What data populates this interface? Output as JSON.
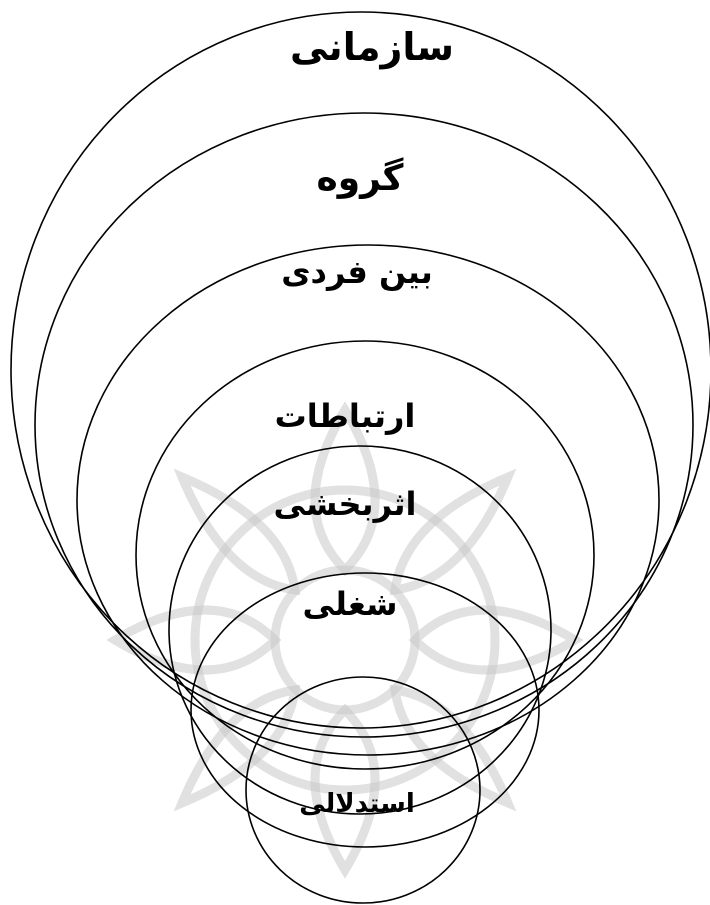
{
  "diagram": {
    "levels": [
      {
        "label": "سازمانی"
      },
      {
        "label": "گروه"
      },
      {
        "label": "بین فردی"
      },
      {
        "label": "ارتباطات"
      },
      {
        "label": "اثربخشی"
      },
      {
        "label": "شغلی"
      },
      {
        "label": "استدلالی"
      }
    ]
  },
  "colors": {
    "ring": "#000000",
    "watermark": "#c9c9c9",
    "background": "#ffffff"
  }
}
